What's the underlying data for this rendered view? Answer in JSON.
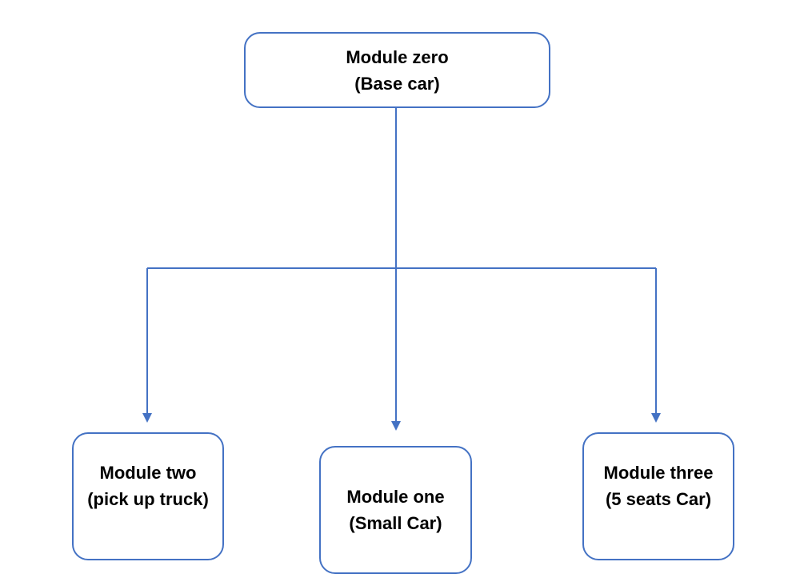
{
  "colors": {
    "stroke": "#4472c4",
    "text": "#000000",
    "background": "#ffffff"
  },
  "nodes": {
    "root": {
      "line1": "Module zero",
      "line2": "(Base car)"
    },
    "left": {
      "line1": "Module two",
      "line2": "(pick up truck)"
    },
    "middle": {
      "line1": "Module one",
      "line2": "(Small Car)"
    },
    "right": {
      "line1": "Module three",
      "line2": "(5 seats Car)"
    }
  }
}
